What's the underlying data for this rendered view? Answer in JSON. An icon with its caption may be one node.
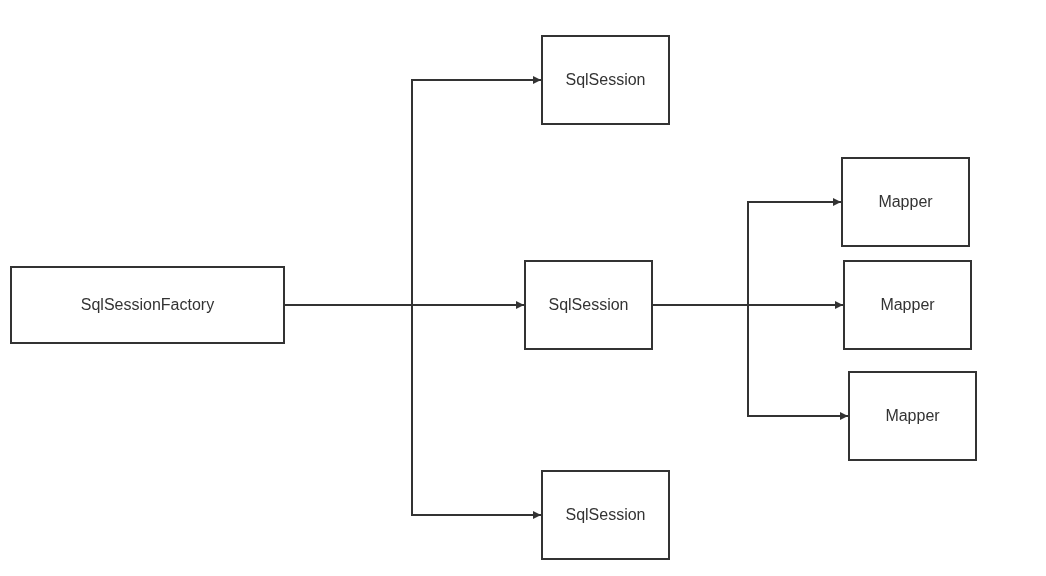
{
  "diagram": {
    "nodes": [
      {
        "text": [
          "SqlSessionFactory"
        ]
      },
      {
        "text": [
          "SqlSession"
        ]
      },
      {
        "text": [
          "SqlSession"
        ]
      },
      {
        "text": [
          "SqlSession"
        ]
      },
      {
        "text": [
          "Mapper"
        ]
      },
      {
        "text": [
          "Mapper"
        ]
      },
      {
        "text": [
          "Mapper"
        ]
      }
    ],
    "edges": [
      {
        "from": 0,
        "to": 1,
        "arrow": "to"
      },
      {
        "from": 0,
        "to": 2,
        "arrow": "to"
      },
      {
        "from": 0,
        "to": 3,
        "arrow": "to"
      },
      {
        "from": 2,
        "to": 4,
        "arrow": "to"
      },
      {
        "from": 2,
        "to": 5,
        "arrow": "to"
      },
      {
        "from": 2,
        "to": 6,
        "arrow": "to"
      }
    ]
  }
}
